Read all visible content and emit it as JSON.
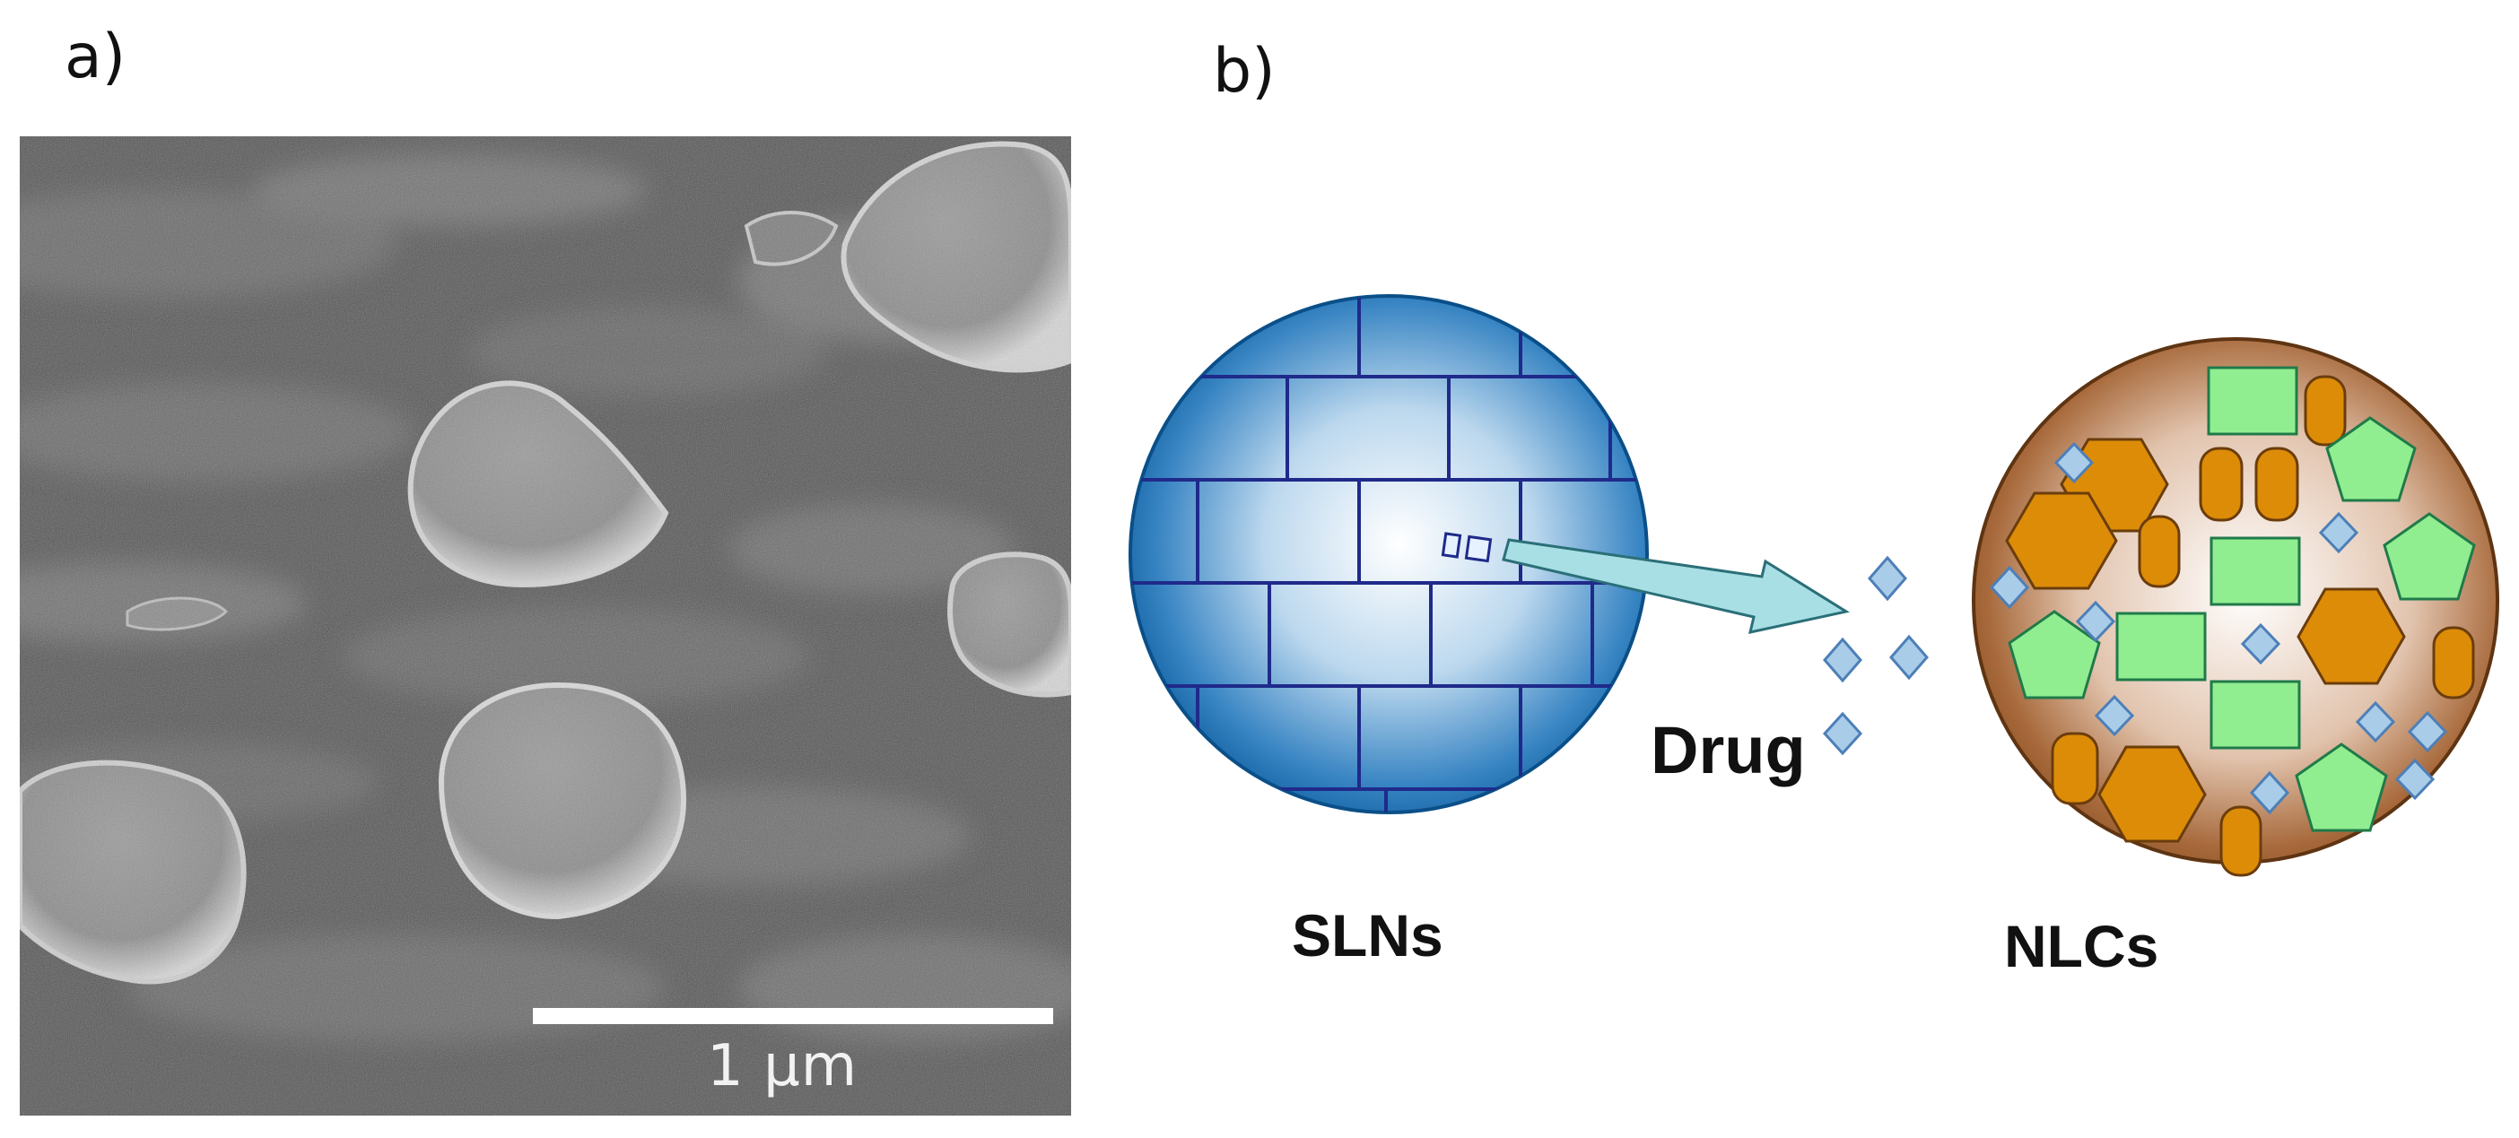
{
  "panels": {
    "a_label": "a)",
    "b_label": "b)"
  },
  "sem": {
    "scale_bar_label": "1 µm"
  },
  "diagram": {
    "drug_label": "Drug",
    "slns_label": "SLNs",
    "nlcs_label": "NLCs"
  },
  "colors": {
    "sln_outer": "#0a5a9c",
    "sln_center": "#ffffff",
    "sln_grid": "#1f2a8a",
    "arrow_fill": "#a7dfe4",
    "drug_diamond": "#a9cce8",
    "nlc_outer": "#8b5020",
    "nlc_center": "#ffffff",
    "hexagon_fill": "#dd8c08",
    "square_fill": "#90ee90",
    "square_stroke": "#217a4a",
    "pentagon_fill": "#90ee90"
  }
}
